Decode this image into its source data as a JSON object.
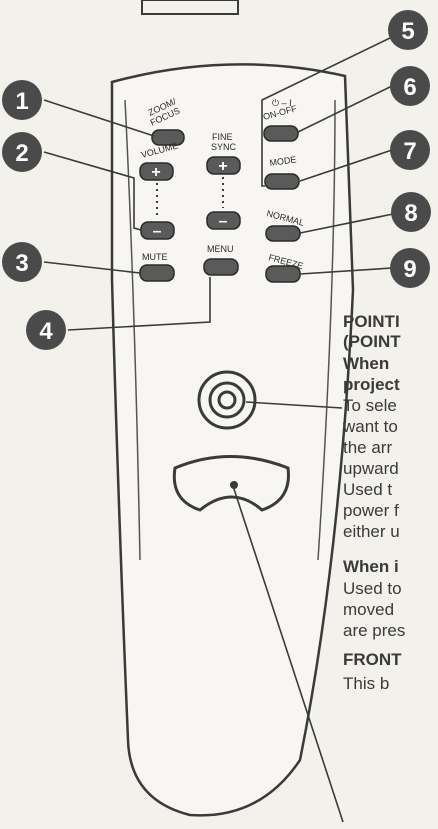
{
  "callouts": [
    "1",
    "2",
    "3",
    "4",
    "5",
    "6",
    "7",
    "8",
    "9"
  ],
  "remote_labels": {
    "zoom_focus_line1": "ZOOM/",
    "zoom_focus_line2": "FOCUS",
    "volume": "VOLUME",
    "fine": "FINE",
    "sync": "SYNC",
    "power_symbol": "⏻ – I",
    "on_off": "ON-OFF",
    "mode": "MODE",
    "normal": "NORMAL",
    "mute": "MUTE",
    "menu": "MENU",
    "freeze": "FREEZE",
    "plus": "+",
    "minus": "–"
  },
  "text": {
    "pointing_heading_1": "POINTI",
    "pointing_heading_2": "(POINT",
    "when_line": "When",
    "project_line": "project",
    "body_1": "To sele",
    "body_2": "want to",
    "body_3": "the arr",
    "body_4": "upward",
    "body_5": "Used t",
    "body_6": "power f",
    "body_7": "either u",
    "when_i_heading": "When i",
    "body_8": "Used to",
    "body_9": "moved",
    "body_10": "are pres",
    "front_heading": "FRONT",
    "body_11": "This b"
  },
  "colors": {
    "background": "#f3f1ec",
    "callout_fill": "#4a4a4a",
    "callout_text": "#ffffff",
    "ink": "#3a3a3a",
    "button_fill": "#5a5a5a"
  }
}
